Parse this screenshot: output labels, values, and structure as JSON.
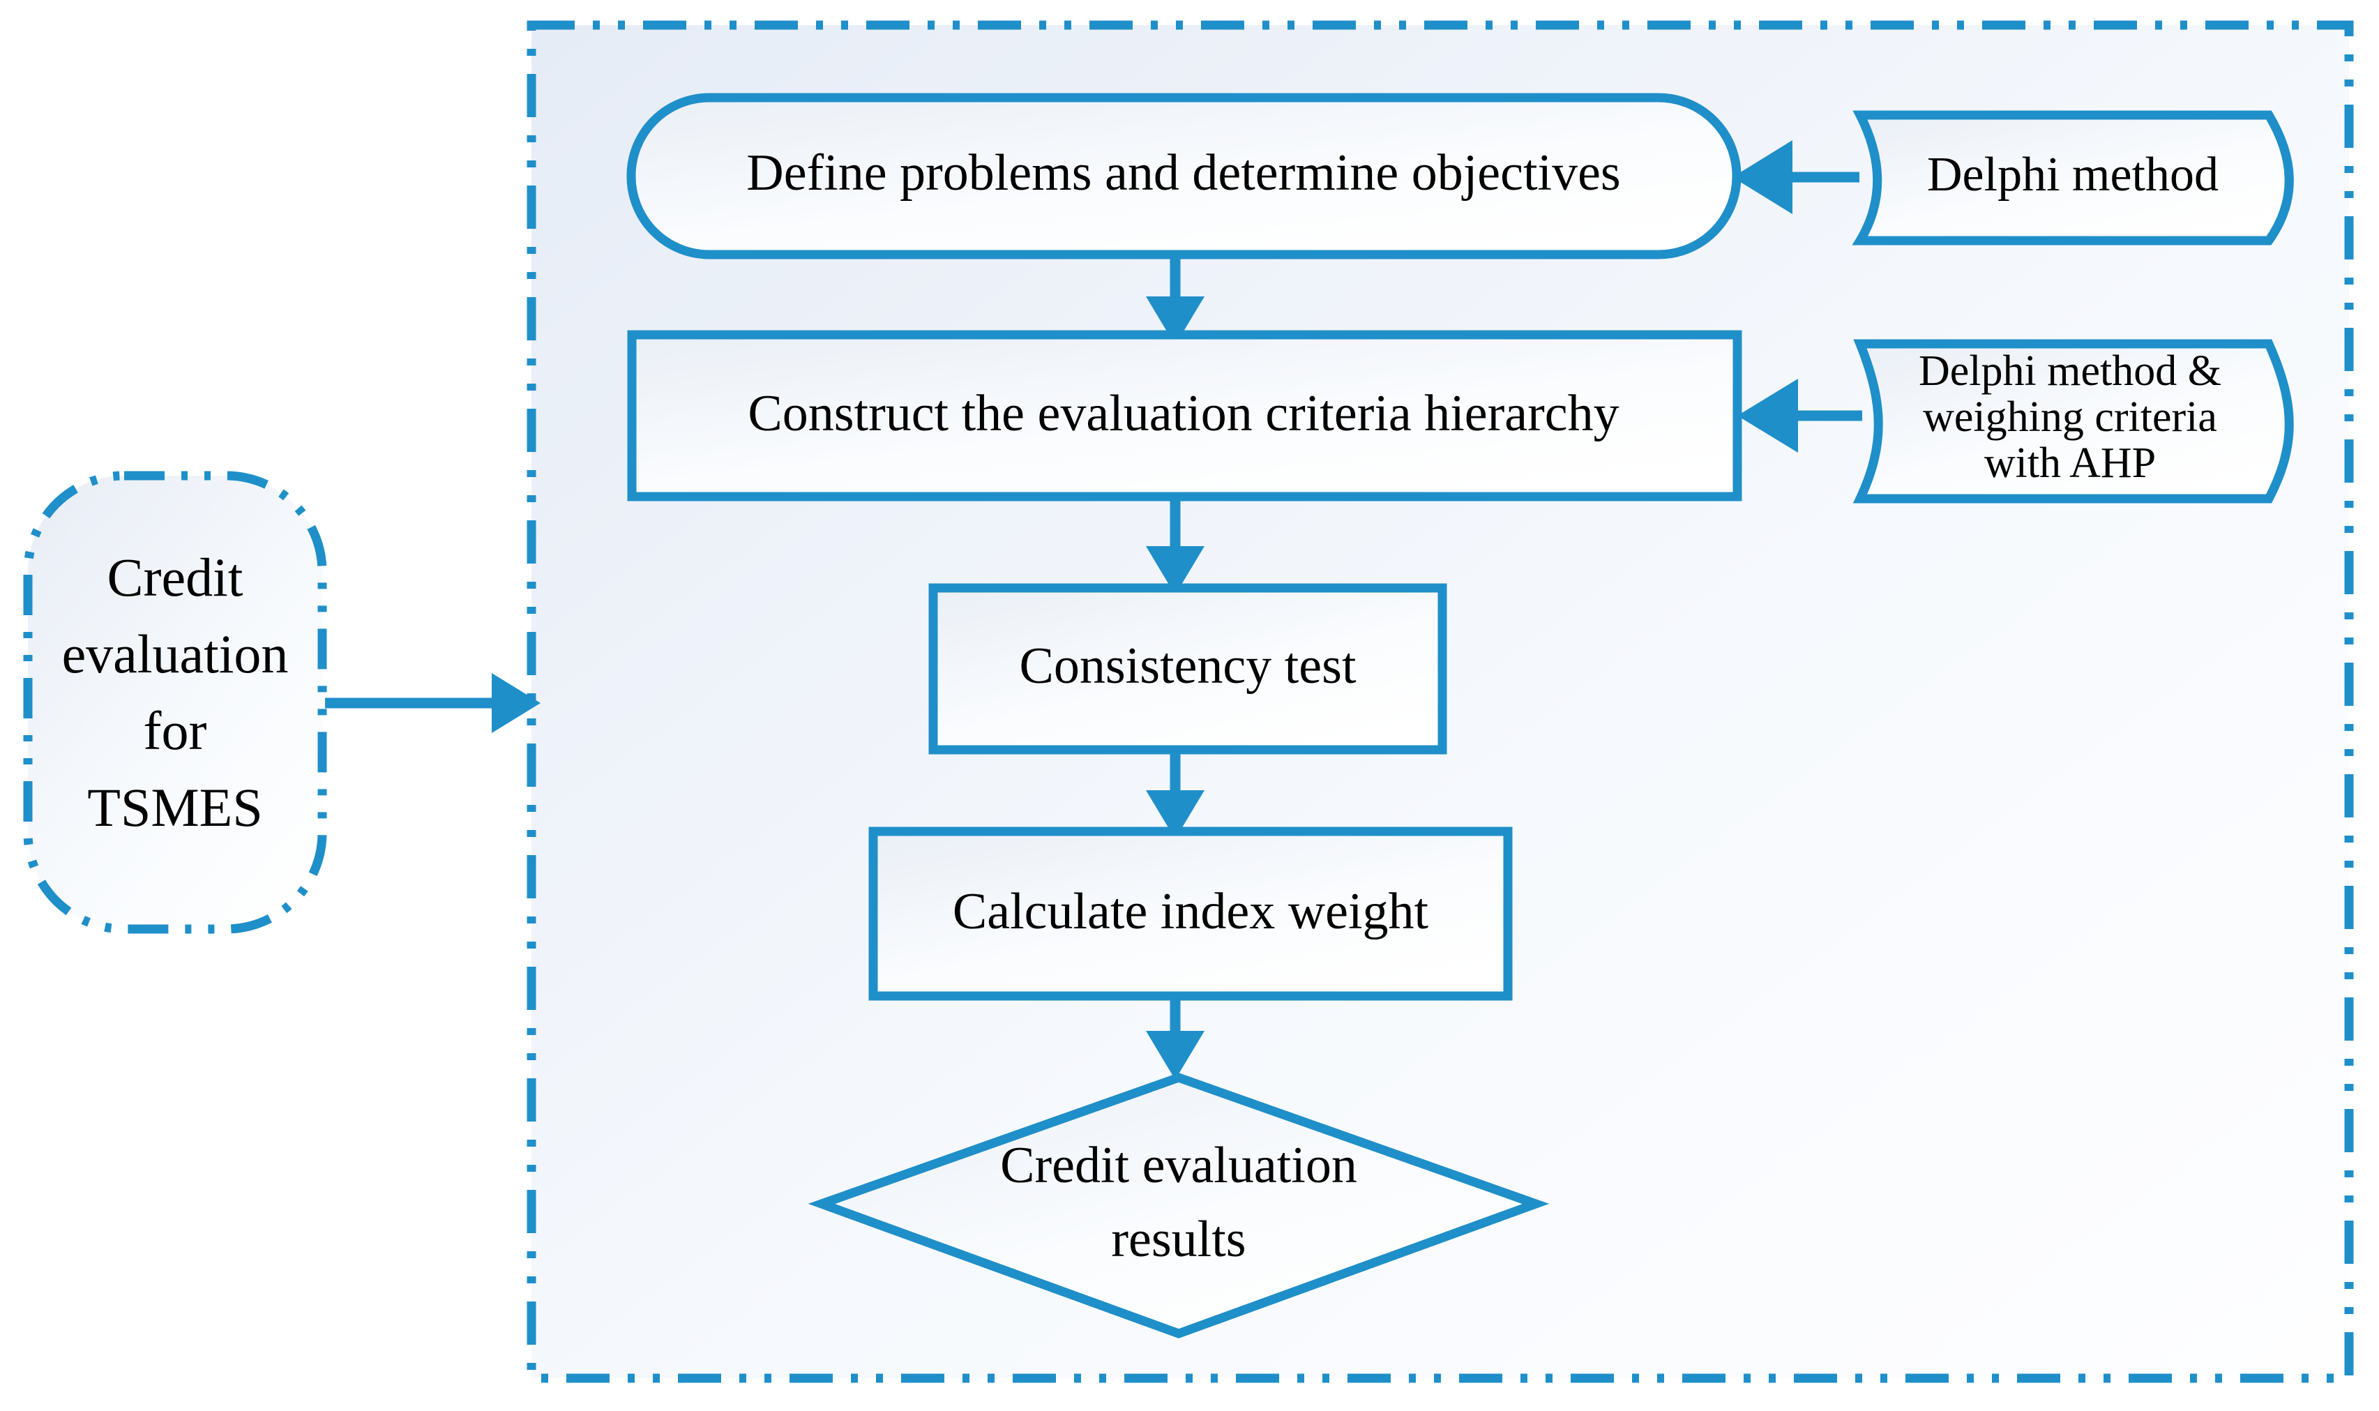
{
  "diagram": {
    "title": "Credit evaluation for TSMES methodology flowchart",
    "colors": {
      "stroke_blue": "#1F8FC9",
      "container_fill_start": "#E7EDF7",
      "container_fill_end": "#FDFEFF",
      "node_fill_start": "#EDF1F7",
      "node_fill_end": "#FFFFFF",
      "text": "#000000",
      "page_background": "#FFFFFF"
    },
    "entry_node": {
      "shape": "rounded-rectangle-dash-dot-dot",
      "lines": [
        "Credit",
        "evaluation",
        "for",
        "TSMES"
      ]
    },
    "container": {
      "shape": "rectangle-dash-dot-dot",
      "label": ""
    },
    "steps": [
      {
        "id": "define",
        "shape": "stadium",
        "label": "Define problems and determine objectives"
      },
      {
        "id": "construct",
        "shape": "rectangle",
        "label": "Construct the evaluation criteria hierarchy"
      },
      {
        "id": "consistency",
        "shape": "rectangle",
        "label": "Consistency test"
      },
      {
        "id": "calculate",
        "shape": "rectangle",
        "label": "Calculate index weight"
      },
      {
        "id": "results",
        "shape": "diamond",
        "lines": [
          "Credit evaluation",
          "results"
        ]
      }
    ],
    "annotations": [
      {
        "id": "delphi",
        "shape": "tape",
        "lines": [
          "Delphi method"
        ],
        "targets": "define"
      },
      {
        "id": "delphi-ahp",
        "shape": "tape",
        "lines": [
          "Delphi method &",
          "weighing criteria",
          "with AHP"
        ],
        "targets": "construct"
      }
    ],
    "connectors": [
      {
        "id": "entry-to-container",
        "from": "entry_node",
        "to": "container",
        "direction": "right",
        "arrowhead": true
      },
      {
        "id": "define-to-construct",
        "from": "define",
        "to": "construct",
        "direction": "down",
        "arrowhead": true
      },
      {
        "id": "construct-to-consistency",
        "from": "construct",
        "to": "consistency",
        "direction": "down",
        "arrowhead": true
      },
      {
        "id": "consistency-to-calculate",
        "from": "consistency",
        "to": "calculate",
        "direction": "down",
        "arrowhead": true
      },
      {
        "id": "calculate-to-results",
        "from": "calculate",
        "to": "results",
        "direction": "down",
        "arrowhead": true
      },
      {
        "id": "delphi-to-define",
        "from": "delphi",
        "to": "define",
        "direction": "left",
        "arrowhead": true
      },
      {
        "id": "delphiahp-to-construct",
        "from": "delphi-ahp",
        "to": "construct",
        "direction": "left",
        "arrowhead": true
      }
    ]
  }
}
